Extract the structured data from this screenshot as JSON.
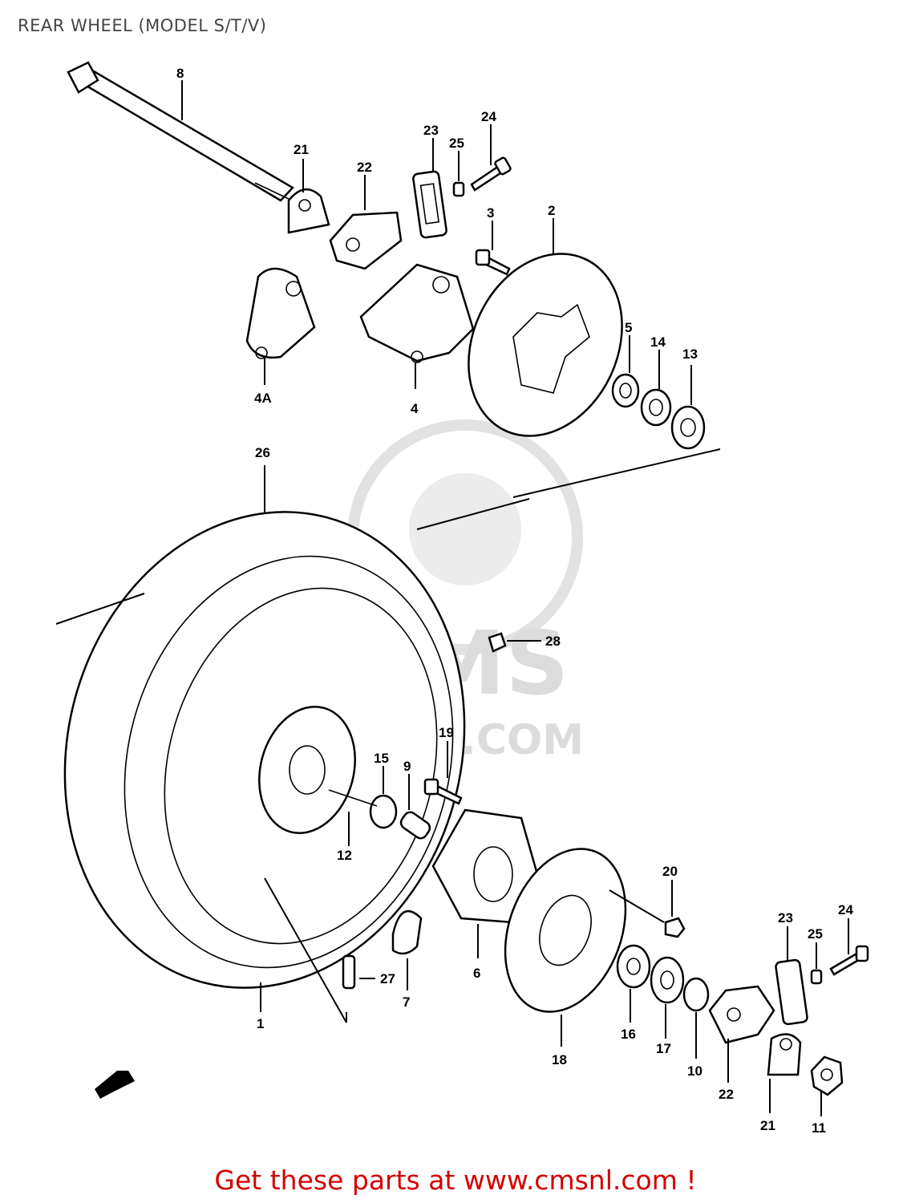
{
  "title": "REAR WHEEL (MODEL S/T/V)",
  "footer": "Get these parts at www.cmsnl.com !",
  "watermark": {
    "brand": "CMS",
    "site": "WWW.CMSNL.COM"
  },
  "colors": {
    "footer": "#d40000",
    "ink": "#000000",
    "watermark": "#dcdcdc"
  },
  "labels": [
    "8",
    "21",
    "22",
    "23",
    "25",
    "24",
    "3",
    "2",
    "4A",
    "4",
    "5",
    "14",
    "13",
    "26",
    "28",
    "19",
    "15",
    "9",
    "12",
    "20",
    "24",
    "23",
    "25",
    "1",
    "27",
    "7",
    "6",
    "18",
    "16",
    "17",
    "10",
    "22",
    "21",
    "11"
  ]
}
